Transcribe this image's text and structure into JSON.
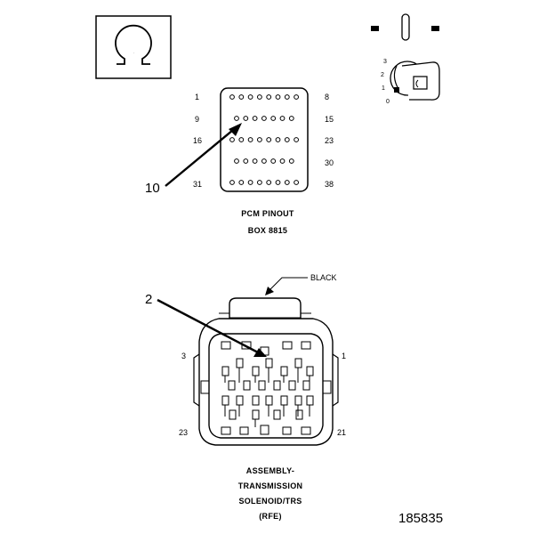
{
  "meter": {
    "symbol": "Ω"
  },
  "key": {
    "positions": [
      "3",
      "2",
      "1",
      "0"
    ]
  },
  "pcm": {
    "pin_labels": {
      "row1_left": "1",
      "row1_right": "8",
      "row2_left": "9",
      "row2_right": "15",
      "row3_left": "16",
      "row3_right": "23",
      "row4_right": "30",
      "row5_left": "31",
      "row5_right": "38"
    },
    "caption_line1": "PCM PINOUT",
    "caption_line2": "BOX 8815",
    "callout": "10"
  },
  "connector": {
    "color_label": "BLACK",
    "callout": "2",
    "pin_labels": {
      "top_left": "3",
      "top_right": "1",
      "bottom_left": "23",
      "bottom_right": "21"
    },
    "caption_lines": [
      "ASSEMBLY-",
      "TRANSMISSION",
      "SOLENOID/TRS",
      "(RFE)"
    ]
  },
  "figure_number": "185835"
}
